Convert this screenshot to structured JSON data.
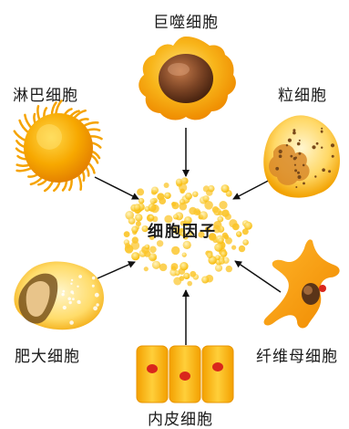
{
  "center": {
    "label": "细胞因子"
  },
  "cells": {
    "macrophage": {
      "label": "巨噬细胞"
    },
    "lymphocyte": {
      "label": "淋巴细胞"
    },
    "granulocyte": {
      "label": "粒细胞"
    },
    "mast_cell": {
      "label": "肥大细胞"
    },
    "fibroblast": {
      "label": "纤维母细胞"
    },
    "endothelial": {
      "label": "内皮细胞"
    }
  },
  "colors": {
    "orange_dark": "#f08a00",
    "orange_mid": "#f6a800",
    "yellow": "#ffd23f",
    "nucleus_brown": "#6b3a1e",
    "red": "#d9261c",
    "arrow": "#111111"
  },
  "icons": {
    "macrophage": "macrophage-icon",
    "lymphocyte": "lymphocyte-icon",
    "granulocyte": "granulocyte-icon",
    "mast_cell": "mast-cell-icon",
    "fibroblast": "fibroblast-icon",
    "endothelial": "endothelial-icon",
    "cytokine_cluster": "cytokine-dots-icon"
  }
}
